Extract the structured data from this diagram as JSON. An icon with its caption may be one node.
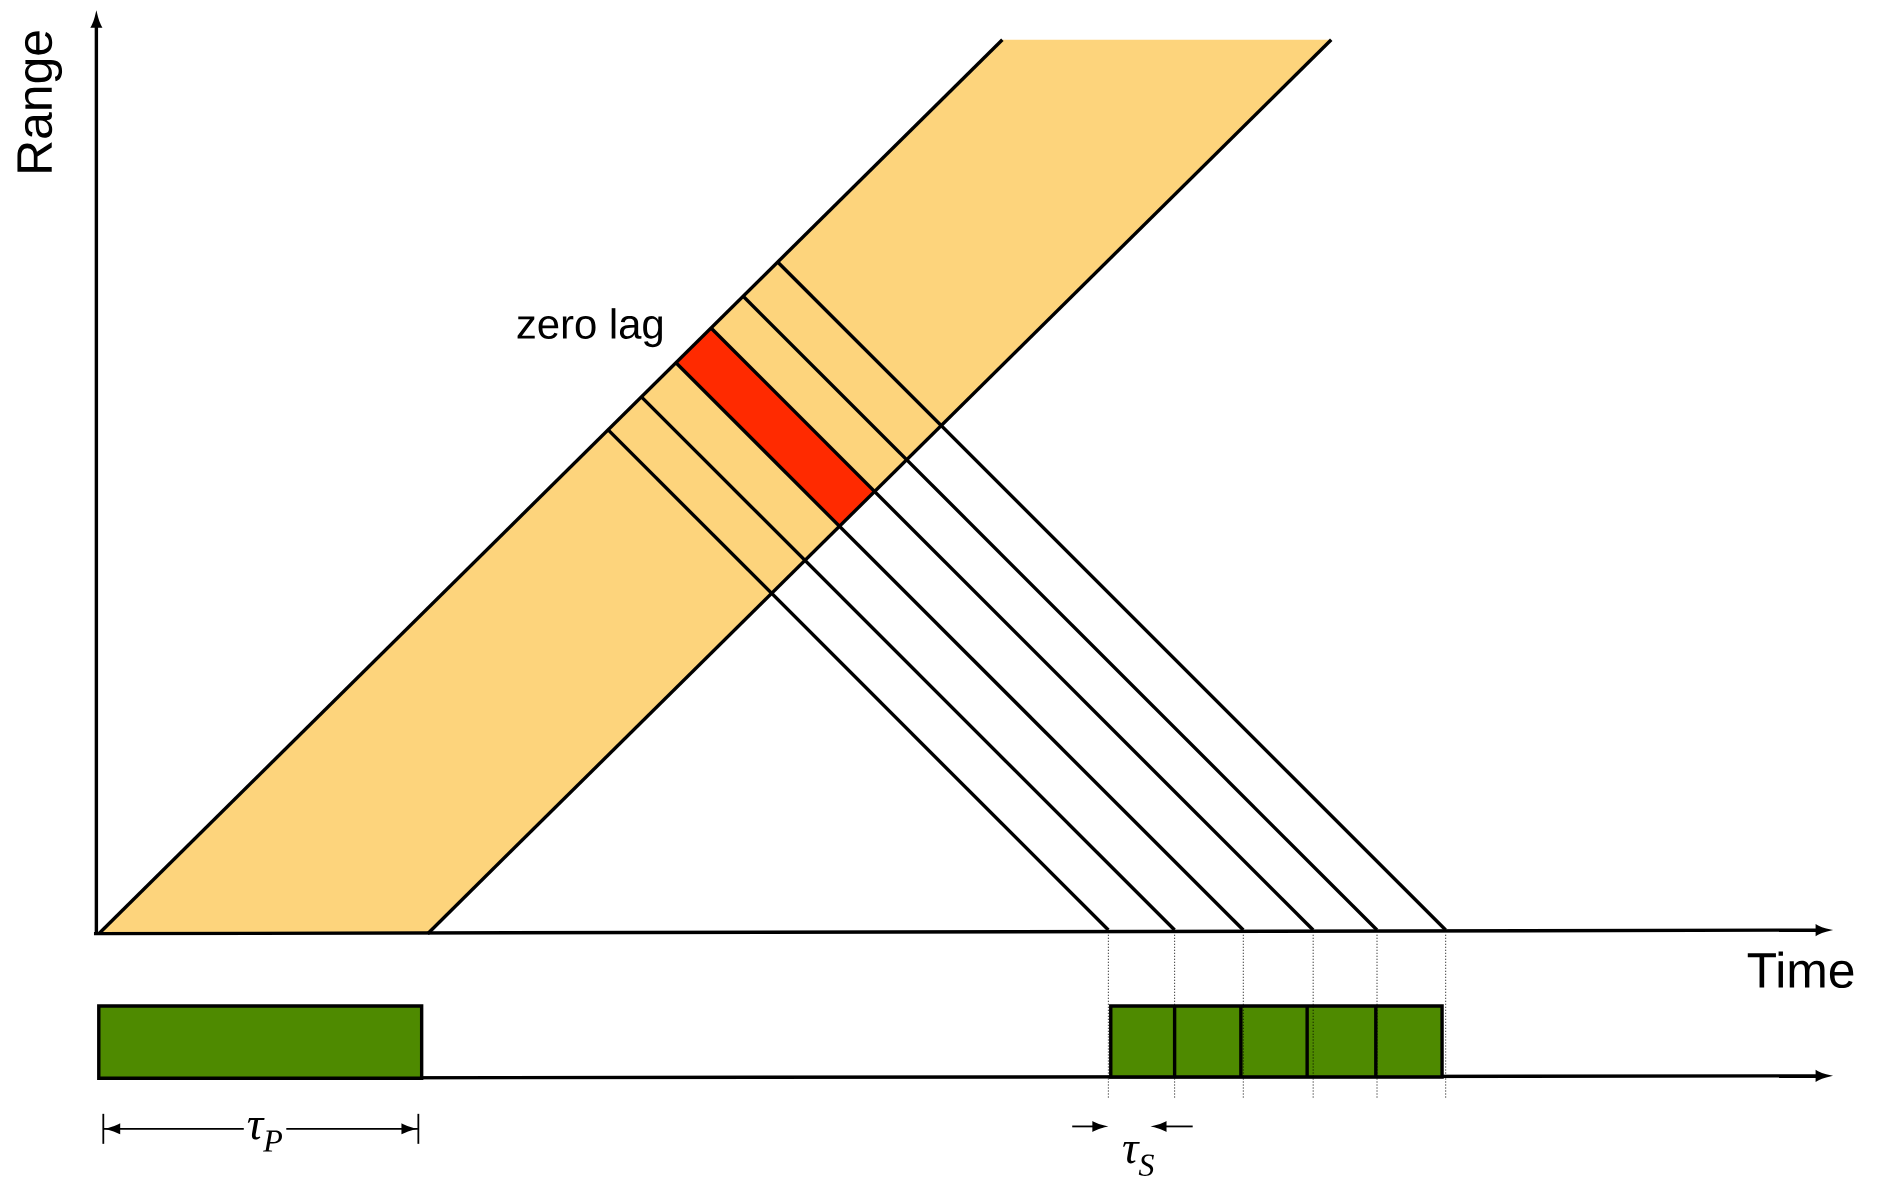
{
  "diagram": {
    "labels": [
      "Range",
      "Time",
      "zero lag",
      "τ$_{P}$",
      "τ$_{S}$"
    ]
  }
}
